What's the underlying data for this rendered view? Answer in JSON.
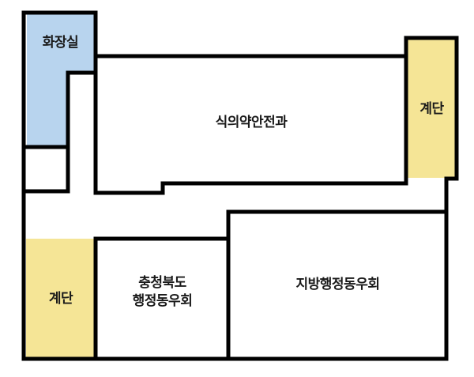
{
  "colors": {
    "restroom": "#b8d4ee",
    "stairs": "#f5e596",
    "wall": "#000000",
    "background": "#ffffff"
  },
  "rooms": {
    "restroom": {
      "label": "화장실"
    },
    "food_drug_safety": {
      "label": "식의약안전과"
    },
    "stairs_upper_right": {
      "label": "계단"
    },
    "stairs_lower_left": {
      "label": "계단"
    },
    "chungbuk_admin_union": {
      "line1": "충청북도",
      "line2": "행정동우회"
    },
    "local_admin_union": {
      "label": "지방행정동우회"
    }
  }
}
